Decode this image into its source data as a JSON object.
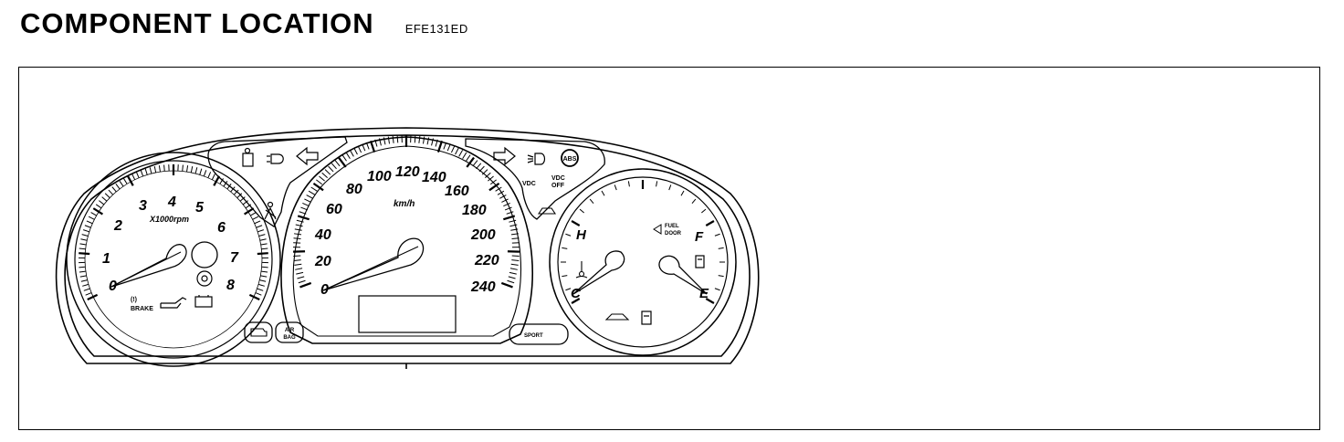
{
  "header": {
    "title": "COMPONENT LOCATION",
    "code": "EFE131ED"
  },
  "tachometer": {
    "labels": [
      "0",
      "1",
      "2",
      "3",
      "4",
      "5",
      "6",
      "7",
      "8"
    ],
    "unit": "X1000rpm",
    "brake": [
      "(!)",
      "BRAKE"
    ]
  },
  "speedometer": {
    "labels": [
      "0",
      "20",
      "40",
      "60",
      "80",
      "100",
      "120",
      "140",
      "160",
      "180",
      "200",
      "220",
      "240"
    ],
    "unit": "km/h"
  },
  "gauges": {
    "temp_hot": "H",
    "temp_cold": "C",
    "fuel_full": "F",
    "fuel_empty": "E",
    "fuel_door": [
      "FUEL",
      "DOOR"
    ]
  },
  "indicators": {
    "abs": "ABS",
    "vdc": "VDC",
    "vdc_off": [
      "VDC",
      "OFF"
    ],
    "airbag": [
      "AIR",
      "BAG"
    ],
    "sport": "SPORT"
  }
}
